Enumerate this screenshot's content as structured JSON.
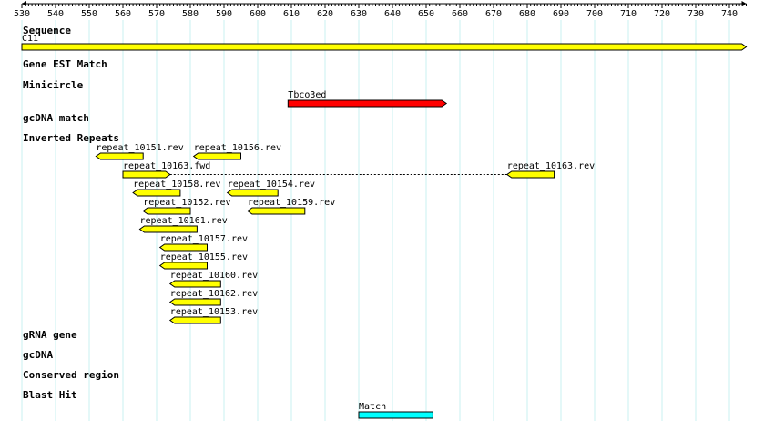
{
  "ruler": {
    "start": 530,
    "end": 745,
    "tick_labels": [
      "530",
      "540",
      "550",
      "560",
      "570",
      "580",
      "590",
      "600",
      "610",
      "620",
      "630",
      "640",
      "650",
      "660",
      "670",
      "680",
      "690",
      "700",
      "710",
      "720",
      "730",
      "740"
    ]
  },
  "colors": {
    "sequence": "#ffff00",
    "repeat": "#ffff00",
    "minicircle": "#ff0000",
    "blast": "#00ffff",
    "grid": "#c8f0f0"
  },
  "tracks": [
    {
      "label": "Sequence"
    },
    {
      "label": "Gene EST Match"
    },
    {
      "label": "Minicircle"
    },
    {
      "label": "gcDNA match"
    },
    {
      "label": "Inverted Repeats"
    },
    {
      "label": "gRNA gene"
    },
    {
      "label": "gcDNA"
    },
    {
      "label": "Conserved region"
    },
    {
      "label": "Blast Hit"
    }
  ],
  "features": [
    {
      "name": "C11",
      "start": 530,
      "end": 745,
      "strand": "+",
      "type": "sequence",
      "color": "#ffff00"
    },
    {
      "name": "Tbco3ed",
      "start": 609,
      "end": 656,
      "strand": "+",
      "type": "minicircle",
      "color": "#ff0000"
    },
    {
      "name": "repeat_10151.rev",
      "start": 552,
      "end": 566,
      "strand": "-",
      "type": "repeat",
      "color": "#ffff00"
    },
    {
      "name": "repeat_10156.rev",
      "start": 581,
      "end": 595,
      "strand": "-",
      "type": "repeat",
      "color": "#ffff00"
    },
    {
      "name": "repeat_10163.fwd",
      "start": 560,
      "end": 574,
      "strand": "+",
      "type": "repeat",
      "color": "#ffff00",
      "linked_to": "repeat_10163.rev"
    },
    {
      "name": "repeat_10163.rev",
      "start": 674,
      "end": 688,
      "strand": "-",
      "type": "repeat",
      "color": "#ffff00"
    },
    {
      "name": "repeat_10158.rev",
      "start": 563,
      "end": 577,
      "strand": "-",
      "type": "repeat",
      "color": "#ffff00"
    },
    {
      "name": "repeat_10154.rev",
      "start": 591,
      "end": 606,
      "strand": "-",
      "type": "repeat",
      "color": "#ffff00"
    },
    {
      "name": "repeat_10152.rev",
      "start": 566,
      "end": 580,
      "strand": "-",
      "type": "repeat",
      "color": "#ffff00"
    },
    {
      "name": "repeat_10159.rev",
      "start": 597,
      "end": 614,
      "strand": "-",
      "type": "repeat",
      "color": "#ffff00"
    },
    {
      "name": "repeat_10161.rev",
      "start": 565,
      "end": 582,
      "strand": "-",
      "type": "repeat",
      "color": "#ffff00"
    },
    {
      "name": "repeat_10157.rev",
      "start": 571,
      "end": 585,
      "strand": "-",
      "type": "repeat",
      "color": "#ffff00"
    },
    {
      "name": "repeat_10155.rev",
      "start": 571,
      "end": 585,
      "strand": "-",
      "type": "repeat",
      "color": "#ffff00"
    },
    {
      "name": "repeat_10160.rev",
      "start": 574,
      "end": 589,
      "strand": "-",
      "type": "repeat",
      "color": "#ffff00"
    },
    {
      "name": "repeat_10162.rev",
      "start": 574,
      "end": 589,
      "strand": "-",
      "type": "repeat",
      "color": "#ffff00"
    },
    {
      "name": "repeat_10153.rev",
      "start": 574,
      "end": 589,
      "strand": "-",
      "type": "repeat",
      "color": "#ffff00"
    },
    {
      "name": "Match",
      "start": 630,
      "end": 652,
      "strand": "none",
      "type": "blast",
      "color": "#00ffff"
    }
  ]
}
